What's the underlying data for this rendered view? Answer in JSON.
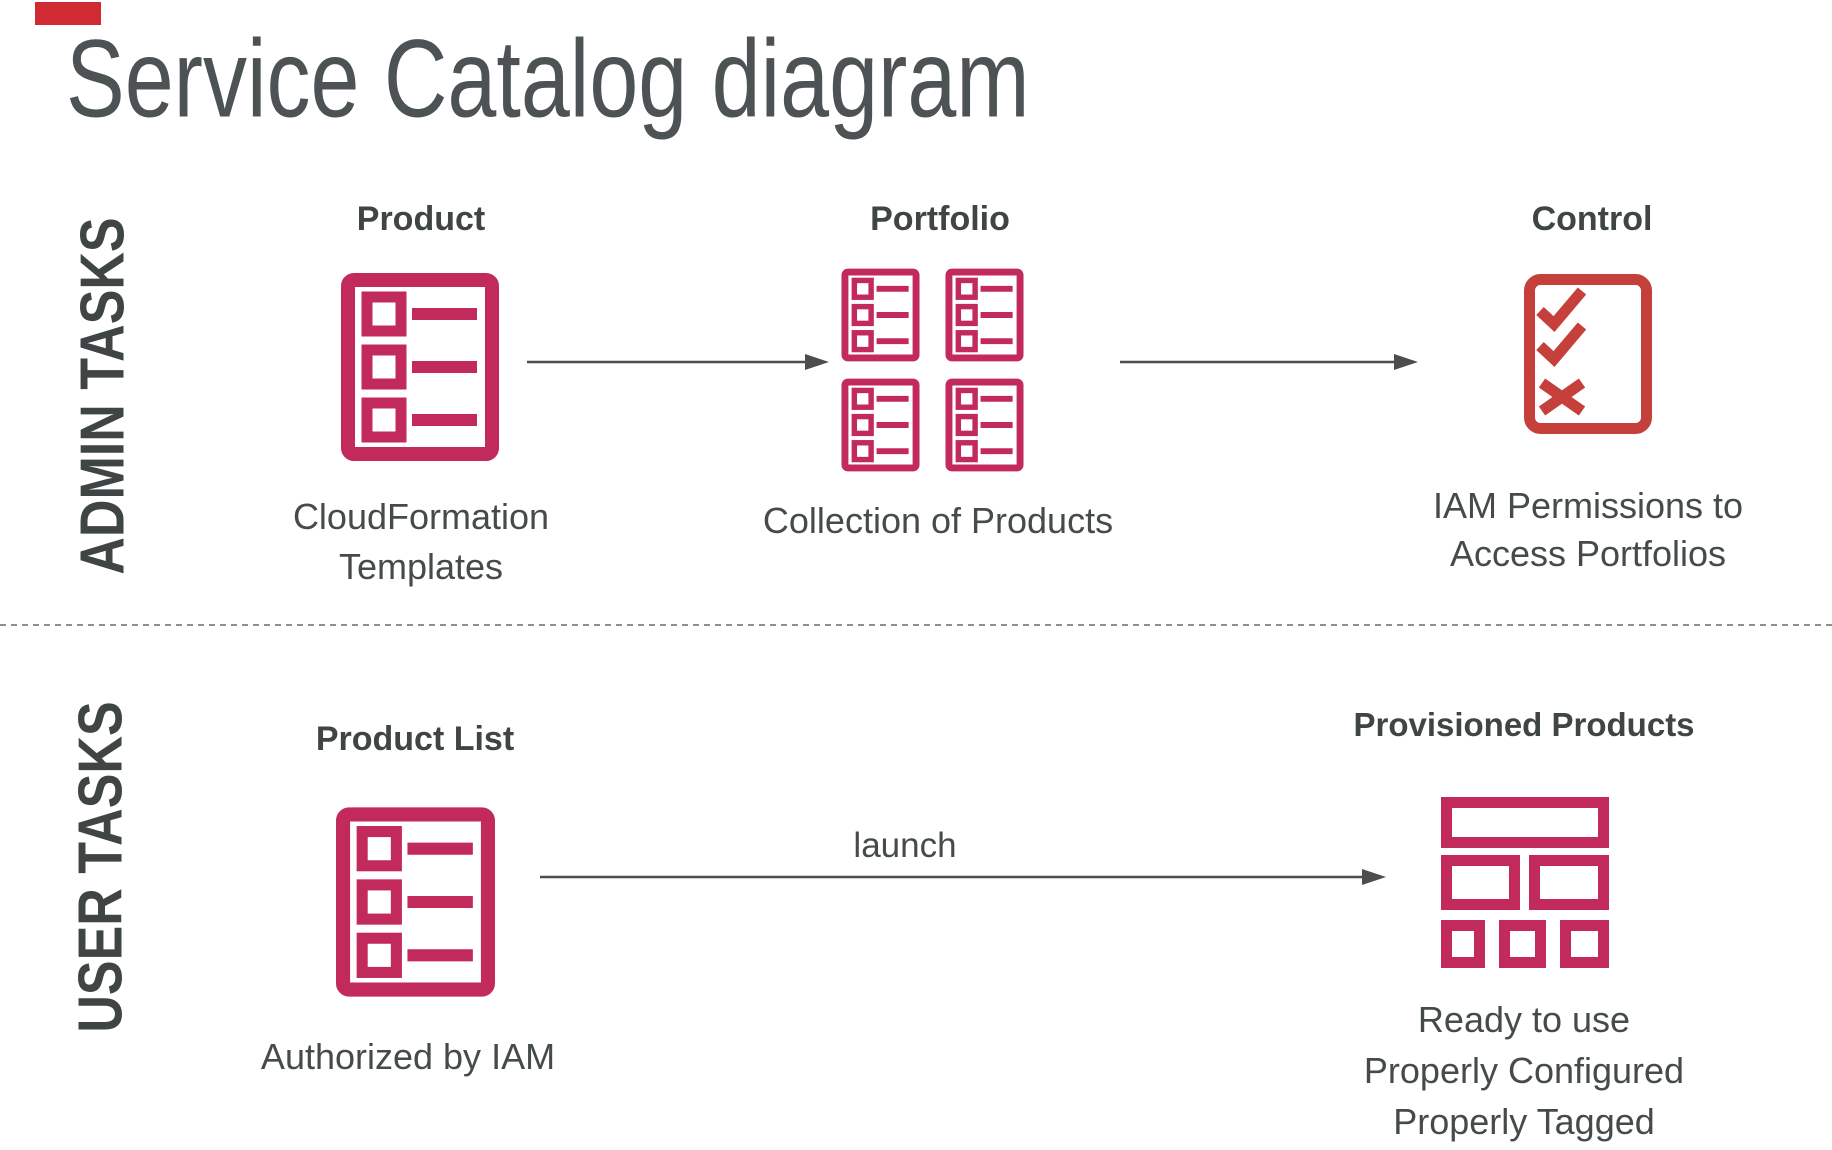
{
  "page_title": "Service Catalog diagram",
  "colors": {
    "magenta": "#c22a5c",
    "red": "#c5403b",
    "title": "#4d5254",
    "text-dark": "#3f4444",
    "text-body": "#454b4b",
    "arrow": "#4d4d4d",
    "divider": "#8f8f8f",
    "corner": "#d02a33"
  },
  "admin_row": {
    "section_label": "ADMIN TASKS",
    "product": {
      "label": "Product",
      "caption_line1": "CloudFormation",
      "caption_line2": "Templates"
    },
    "portfolio": {
      "label": "Portfolio",
      "caption_line1": "Collection of Products"
    },
    "control": {
      "label": "Control",
      "caption_line1": "IAM Permissions to",
      "caption_line2": "Access Portfolios"
    }
  },
  "user_row": {
    "section_label": "USER TASKS",
    "product_list": {
      "label": "Product List",
      "caption_line1": "Authorized by IAM"
    },
    "launch_label": "launch",
    "provisioned_products": {
      "label": "Provisioned Products",
      "caption_line1": "Ready to use",
      "caption_line2": "Properly Configured",
      "caption_line3": "Properly Tagged"
    }
  }
}
